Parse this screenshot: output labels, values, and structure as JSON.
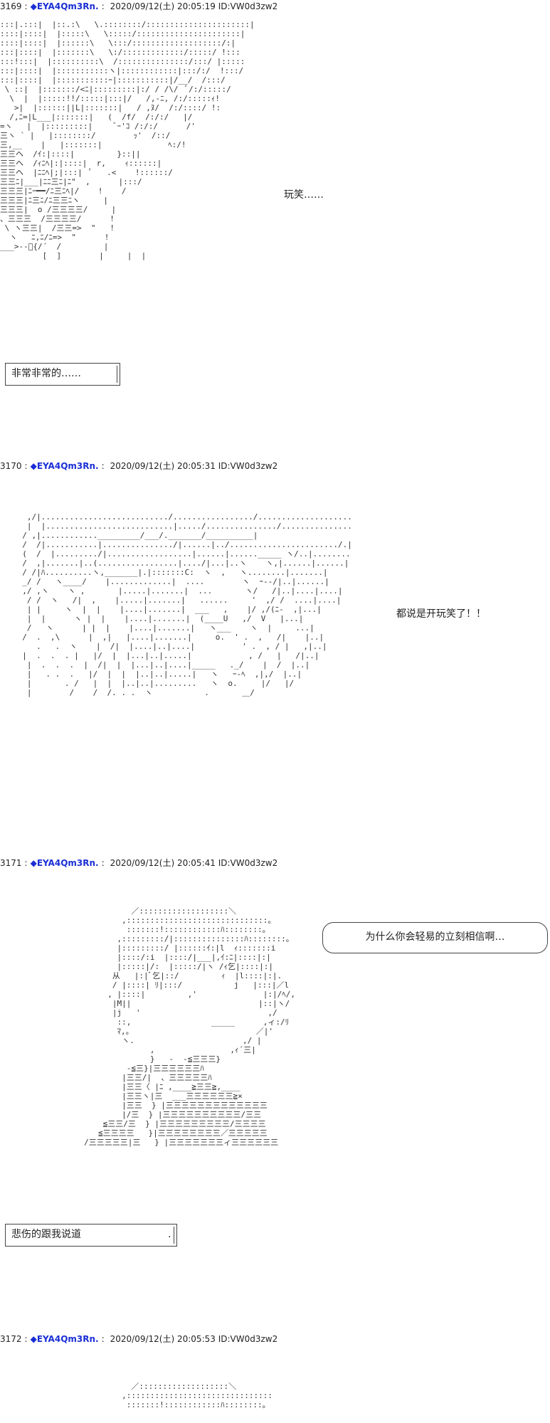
{
  "posts": [
    {
      "number": "3169",
      "sep": ":",
      "name": "◆EYA4Qm3Rn.",
      "meta": "2020/09/12(土) 20:05:19 ID:VW0d3zw2",
      "art": ":::|.:::|  |::.:\\   \\.::::::::/::::::::::::::::::::::|\n::::|::::|  |:::::\\   \\:::::/::::::::::::::::::::::|\n::::|::::|  |::::::\\   \\:::/:::::::::::::::::::/:|\n:::|::::|  |:::::::\\   \\:/:::::::::::::/:::::/ !:::\n:::!:::|  |::::::::::\\  /:::::::::::::::/:::/ |:::::\n:::|::::|  |:::::::::::ヽ|::::::::::::|:::/:/  !:::/\n:::|::::|  |:::::::::::ｰ|:::::::::::|/__/  /:::/\n \\ ::|  |:::::::/<ﾆ|:::::::::|:/ / /\\/  ﾞ/:/:::::/\n  \\  |  |:::::!!/:::::|:::|/   /,-ﾆ, /:/:::::ｨ!\n   >|  |::::::||L|:::::::|   / ,ﾇ/  /:/::::/ !:\n  /,ﾆ=|L___|:::::::|   (  /f/  /:/:/   |/\n=ヽ   |  |:::::::::|     ﾞｰ'ｺ /:/:/      /'\n三ヽ ` |   |::::::::/        ｯ'  /::/\n三,__    |   |:::::::|              ﾍ:/!\n三三ヘ  /ｲ:|::::|         }::||\n三三ヘ  /ｨﾆﾍ|:|::::|  r,    ｨ::::::|\n三三ヘ  |ﾆﾆﾍ|;|:::|  ﾟ   .<    !::::::/\n三三ﾆ|___|ﾆﾆ三ﾆ|ﾆ\"  ,      |:::/\n三三三|ﾆｰ━━/ﾆ三ﾆﾍ|/    !    /\n三三三|ﾆ三ﾆ/ﾆ三三ﾆヽ     |\n三三三|  o /三三三三/     |\n、三三三  /三三三三/      !\n \\ ヽ三三|  /三三=>  \"   !\n  ヽ   ﾆ,ﾆ/ﾆ=>  \"      !\n___>--ﾞ{/´  /         |\n         [  ]        |     |  |\n"
    },
    {
      "number": "3170",
      "sep": ":",
      "name": "◆EYA4Qm3Rn.",
      "meta": "2020/09/12(土) 20:05:31 ID:VW0d3zw2",
      "art": "   ,/|.........................../................./..................................ヽ\n   |  |...........................|...../.............../.................................|\n  / ,|............_________/___/._______/__________|\n  /  /|...........|.............../|......|../......................./.|........|\n  (  /  |........./|..................|......|......_____ ヽ/..|................|\n  /  ,|.......|..(.................|..../|...|..ヽ    ヽ,|......|......|\n  / /|ﾊ..........ヽ,_______|.|:::::::C:  ヽ  ,   ヽ........|.......|\n  _/ /   ヽ____/    |.............|  ....        ヽ  ｰ--/|..|......|\n  ,/ ,ヽ    ヽ ,       |.....|.......|  ...       ヽ/   /|..|....|....|\n   / /  ヽ   /|  ,    |.....|.......|   ......     '  ,/ /  ....|....|\n   | |     ヽ  |  |    |....|.......|  ___   ,    |/ ,/(ﾆ-  ,|...|\n   |  |      ヽ |  |    |....|.......|  (____U   ,/  V   |...|\n   /   ヽ      | |  |    |....|.......|   ヽ___    ヽ  |     ...|\n  /  .  ,\\      |  ,|   |....|.......|     o.  ' .  ,   /|    |..|\n     .   .  ヽ    |  /|  |....|..|....|          ' .  , / |   ,|..|\n  |  .  .  . |   |/  |  |...|..|.....|            , /   |   /|..|\n   |  .  .  .  |  /|  |  |...|..|....|_____   ._/    |  /  |..|\n   |   . .  .   |/  |  |  |..|..|.....|   ヽ   ｰ-ﾍ  ,|,/  |..|\n   |       . /   |  |  |..|..|.........   ヽ  o.     |/   |/\n   |        /    /  /. . .  ヽ           .       ＿/\n"
    },
    {
      "number": "3171",
      "sep": ":",
      "name": "◆EYA4Qm3Rn.",
      "meta": "2020/09/12(土) 20:05:41 ID:VW0d3zw2",
      "art": "               ／:::::::::::::::::::＼\n             ,::::::::::::::::::::::::::::::。\n              :::::::!::::::::::::ﾊ::::::::。\n            ,:::::::::/|:::::::::::::::ﾊ::::::::。\n            |:::::::::/ |::::::ｲ:|l  ｨ:::::::i\n            |::::/:i  |::::/|___|,ｲ:ﾆ|::::|:|\n            |:::::|/:  |:::::/|ヽ /ｨ乞|::::|:|\n           从   |:|ﾞ乞|::/         ｨ  |l::::|:|.\n           / |::::| ﾘ|:::/           j   |:::|／l\n          , |::::|         ,'              |:|/ﾍ/,\n           |M||                           |::|ヽ/\n           |j   '                           ,/\n            ::,                 _____      ,ィ:/ﾘ\n            ﾏ,。                          ／|'\n             ヽ.                       ,/ |\n                   ,                ,ｨ´三|\n                   }   -  -≦三三三}\n              -≦三}|三三三三三三ﾊ\n             |三三/|  、三三三三三ﾊ\n             |三三〈 |ﾆ ,____≧三三≧,____\n             |三三ヽ|三  ___三三三三三三≧×\n             |三三  } |三三三三三三三三三三三三三\n             |/三  } |三三三三三三三三三三/三三\n         ≦三三/三  } |三三三三三三三三三/三三三三\n        ≦三三三三   }|三三三三三三三三／三三三三三\n     /三三三三三|三   } |三三三三三三三ィ三三三三三三\n"
    },
    {
      "number": "3172",
      "sep": ":",
      "name": "◆EYA4Qm3Rn.",
      "meta": "2020/09/12(土) 20:05:53 ID:VW0d3zw2",
      "art": "               ／:::::::::::::::::::＼\n             ,::::::::::::::::::::::::::::::::。\n              :::::::!::::::::::::ﾊ::::::::。\n"
    }
  ],
  "dialogue": {
    "p3169_speech": "玩笑……",
    "p3169_caption": "非常非常的……",
    "p3170_speech": "都说是开玩笑了！！",
    "p3171_bubble": "为什么你会轻易的立刻相信啊…",
    "p3171_caption": "悲伤的跟我说道",
    "p3171_caption_mark": "."
  }
}
